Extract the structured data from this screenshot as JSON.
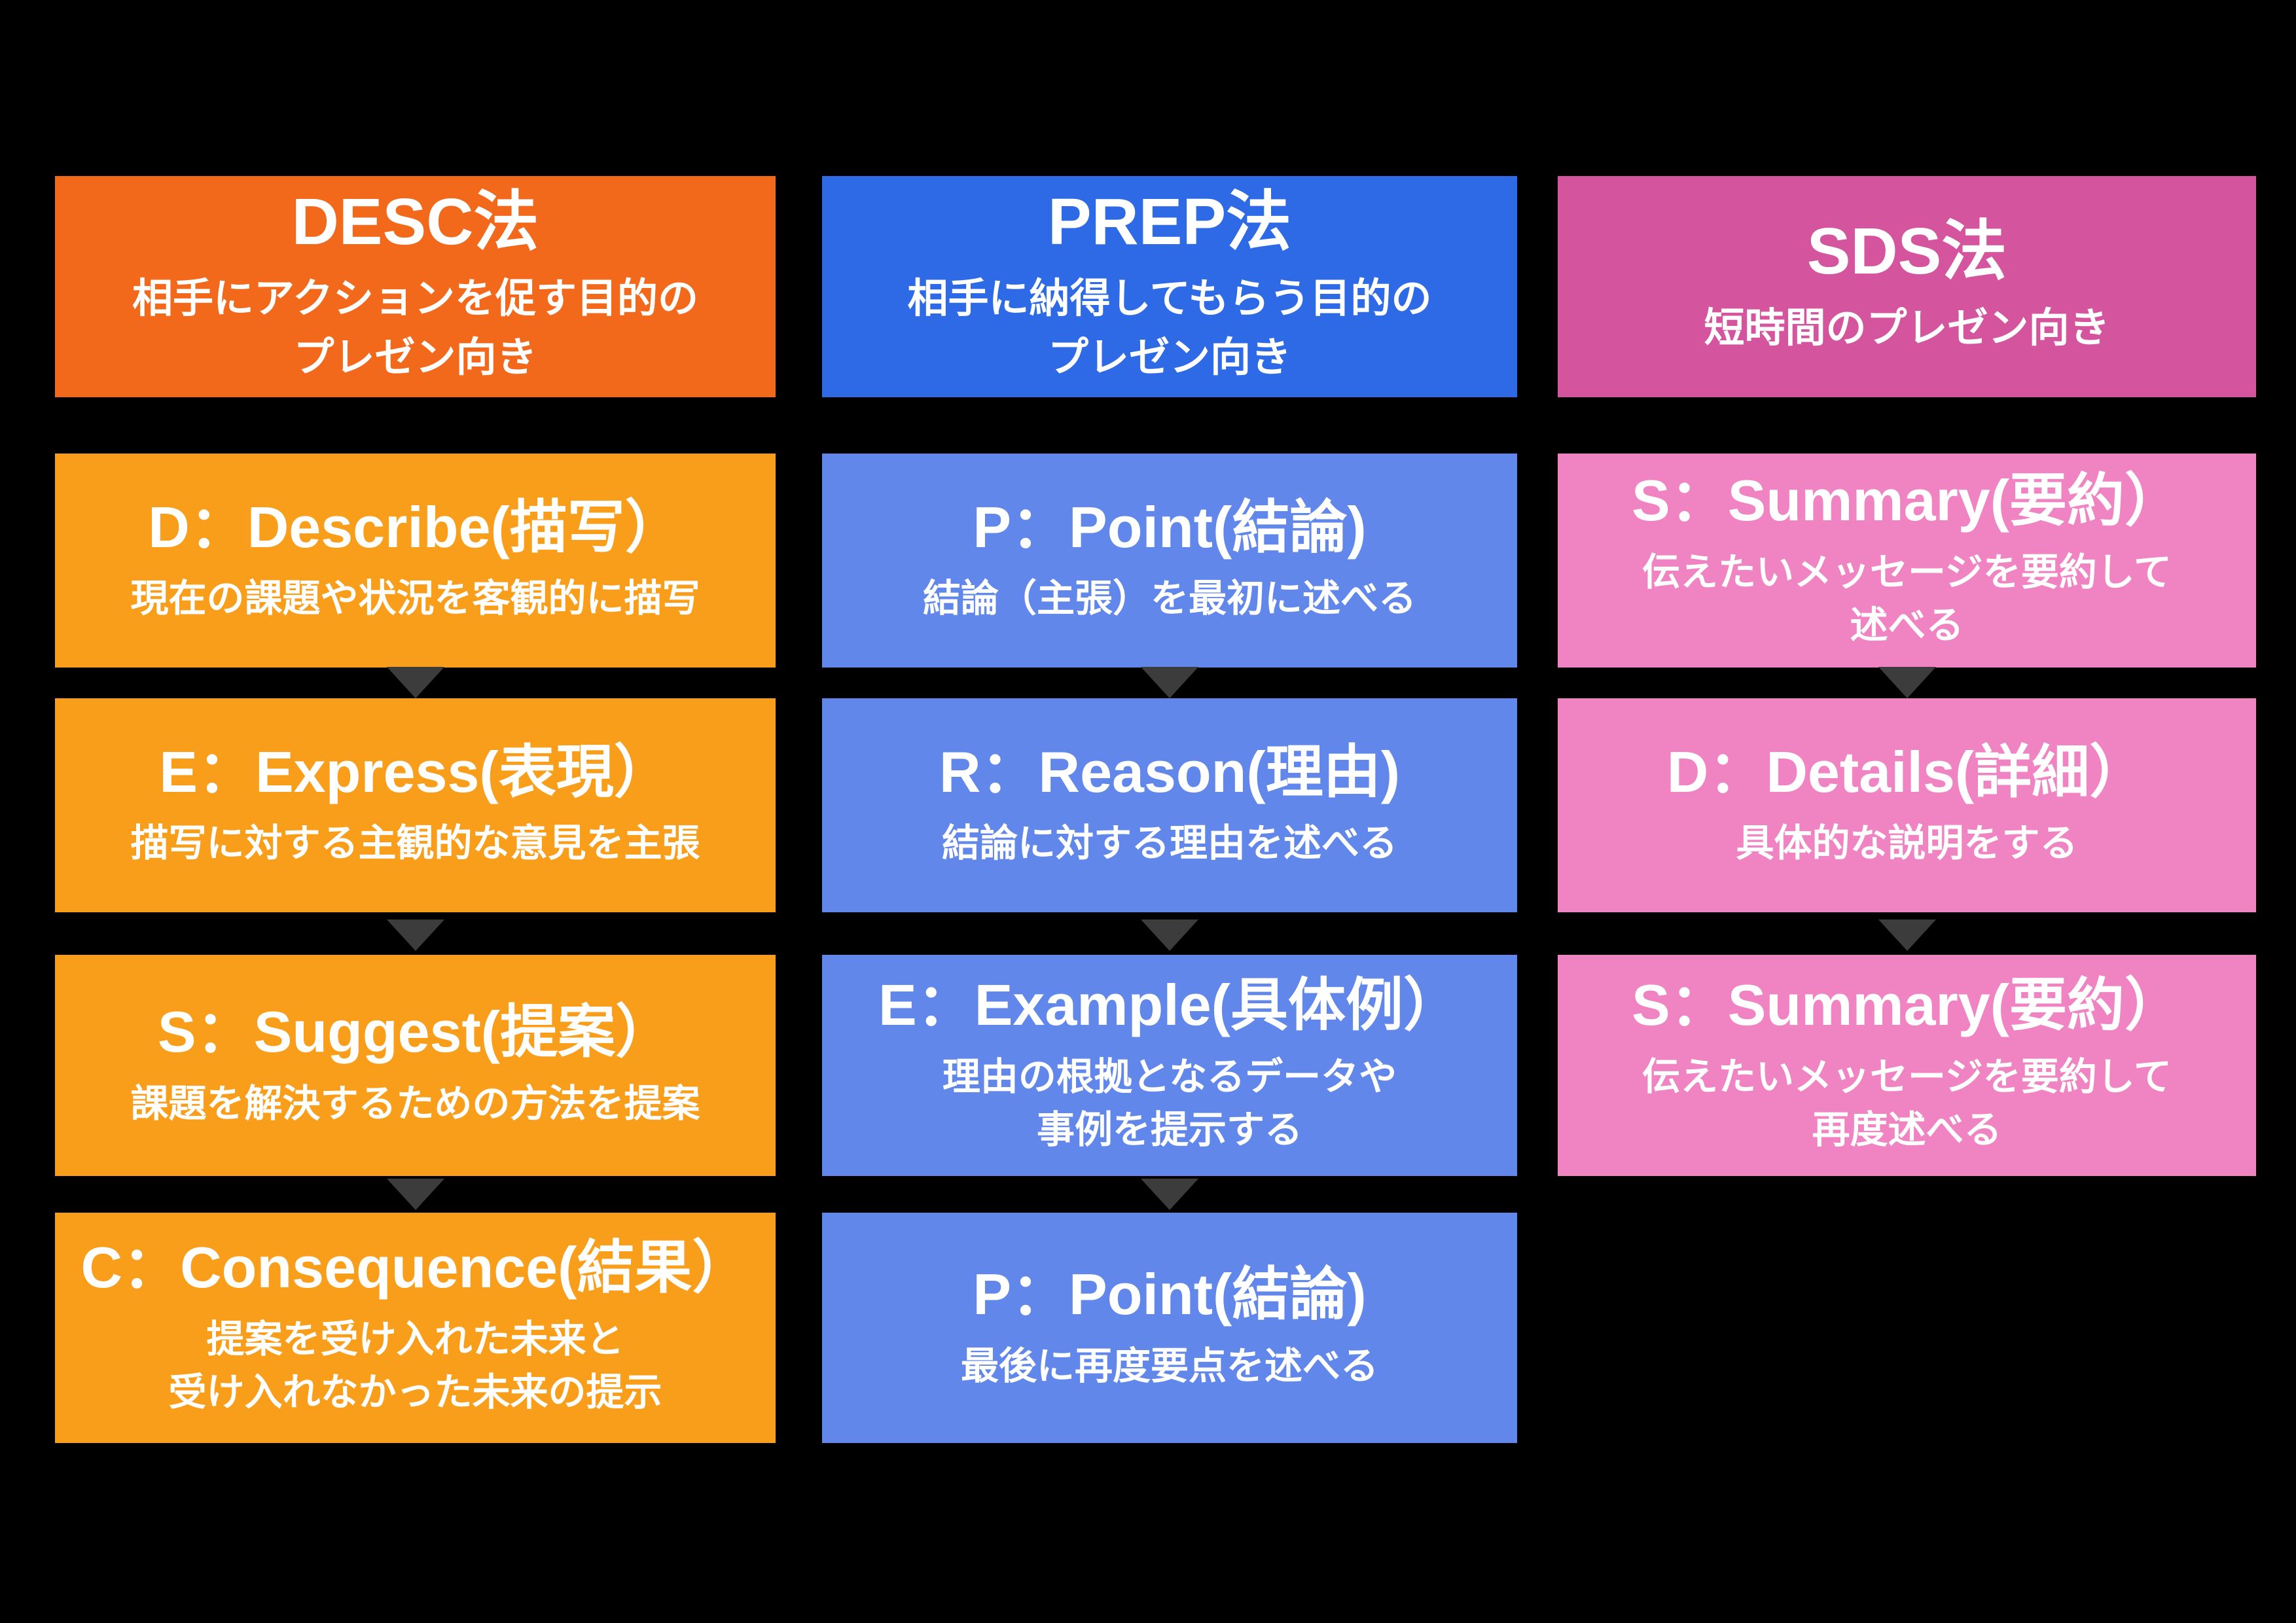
{
  "background_color": "#000000",
  "arrow_color": "#3c3c3c",
  "columns": [
    {
      "id": "desc",
      "colors": {
        "header": "#f2691c",
        "step": "#f99e1b"
      },
      "header": {
        "title": "DESC法",
        "subtitle": "相手にアクションを促す目的の\nプレゼン向き"
      },
      "steps": [
        {
          "title": "D：Describe(描写）",
          "description": "現在の課題や状況を客観的に描写"
        },
        {
          "title": "E：Express(表現）",
          "description": "描写に対する主観的な意見を主張"
        },
        {
          "title": "S：Suggest(提案）",
          "description": "課題を解決するための方法を提案"
        },
        {
          "title": "C：Consequence(結果）",
          "description": "提案を受け入れた未来と\n受け入れなかった未来の提示"
        }
      ]
    },
    {
      "id": "prep",
      "colors": {
        "header": "#2e6ae5",
        "step": "#6187eb"
      },
      "header": {
        "title": "PREP法",
        "subtitle": "相手に納得してもらう目的の\nプレゼン向き"
      },
      "steps": [
        {
          "title": "P：Point(結論)",
          "description": "結論（主張）を最初に述べる"
        },
        {
          "title": "R：Reason(理由)",
          "description": "結論に対する理由を述べる"
        },
        {
          "title": "E：Example(具体例）",
          "description": "理由の根拠となるデータや\n事例を提示する"
        },
        {
          "title": "P：Point(結論)",
          "description": "最後に再度要点を述べる"
        }
      ]
    },
    {
      "id": "sds",
      "colors": {
        "header": "#d4559d",
        "step": "#f083c1"
      },
      "header": {
        "title": "SDS法",
        "subtitle": "短時間のプレゼン向き"
      },
      "steps": [
        {
          "title": "S：Summary(要約）",
          "description": "伝えたいメッセージを要約して\n述べる"
        },
        {
          "title": "D：Details(詳細）",
          "description": "具体的な説明をする"
        },
        {
          "title": "S：Summary(要約）",
          "description": "伝えたいメッセージを要約して\n再度述べる"
        }
      ]
    }
  ]
}
